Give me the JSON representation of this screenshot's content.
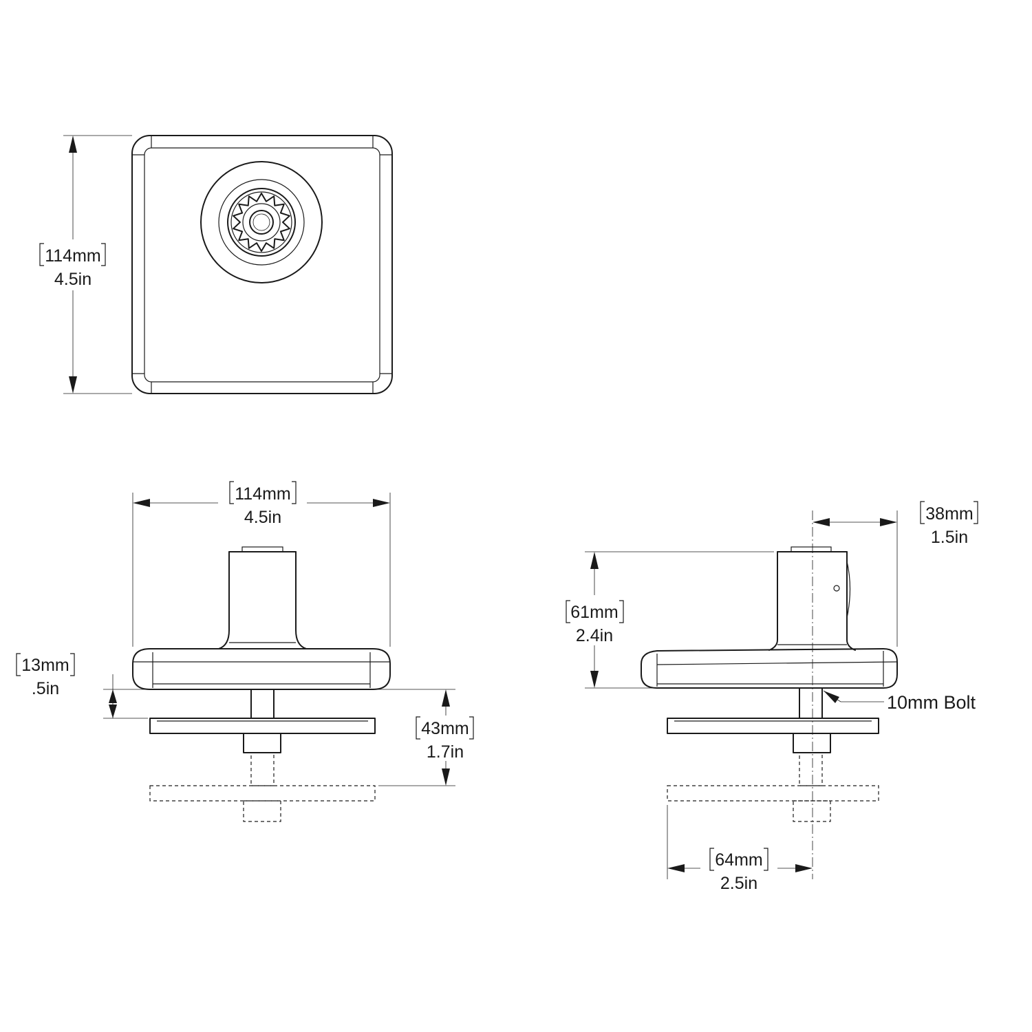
{
  "top_view": {
    "height_mm": "114mm",
    "height_in": "4.5in"
  },
  "front_view": {
    "width_mm": "114mm",
    "width_in": "4.5in",
    "base_thickness_mm": "13mm",
    "base_thickness_in": ".5in",
    "clamp_range_mm": "43mm",
    "clamp_range_in": "1.7in"
  },
  "side_view": {
    "offset_mm": "38mm",
    "offset_in": "1.5in",
    "height_mm": "61mm",
    "height_in": "2.4in",
    "depth_mm": "64mm",
    "depth_in": "2.5in",
    "bolt_label": "10mm Bolt"
  }
}
